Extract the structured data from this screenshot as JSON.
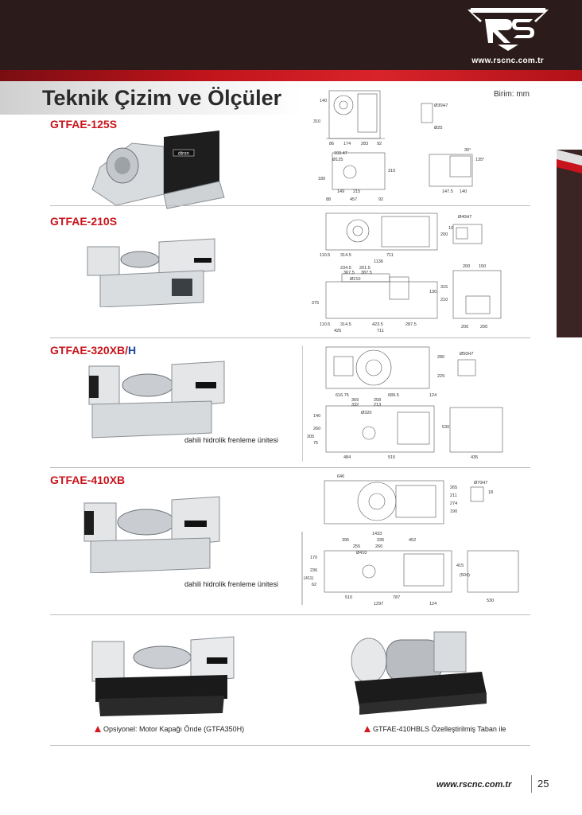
{
  "header": {
    "url": "www.rscnc.com.tr"
  },
  "page": {
    "title": "Teknik Çizim ve Ölçüler",
    "unit": "Birim: mm"
  },
  "brand_on_machine": "dtron",
  "products": [
    {
      "model": "GTFAE-125S",
      "dims": {
        "d1": "140",
        "d2": "310",
        "d3": "86",
        "d4": "174",
        "d5": "283",
        "d6": "92",
        "d7": "Ø30H7",
        "d8": "Ø25",
        "d9": "103.47",
        "d10": "Ø125",
        "d11": "310",
        "d12": "180",
        "d13": "149",
        "d14": "215",
        "d15": "88",
        "d16": "457",
        "d17": "92",
        "d18": "30°",
        "d19": "135°",
        "d20": "147.5",
        "d21": "140"
      }
    },
    {
      "model": "GTFAE-210S",
      "dims": {
        "d1": "Ø40H7",
        "d2": "10",
        "d3": "200",
        "d4": "110.5",
        "d5": "314.5",
        "d6": "711",
        "d7": "1136",
        "d8": "234.5",
        "d9": "201.5",
        "d10": "367.5",
        "d11": "387.5",
        "d12": "Ø210",
        "d13": "315",
        "d14": "130",
        "d15": "210",
        "d16": "375",
        "d17": "110.5",
        "d18": "314.5",
        "d19": "423.5",
        "d20": "287.5",
        "d21": "425",
        "d22": "711",
        "d23": "200",
        "d24": "150",
        "d25": "200",
        "d26": "200"
      }
    },
    {
      "model": "GTFAE-320XB",
      "model_suffix_sep": "/",
      "model_suffix": "H",
      "note": "dahili hidrolik frenleme ünitesi",
      "dims": {
        "d1": "280",
        "d2": "229",
        "d3": "Ø50H7",
        "d4": "616.75",
        "d5": "689.5",
        "d6": "124",
        "d7": "369",
        "d8": "258",
        "d9": "332",
        "d10": "213",
        "d11": "Ø320",
        "d12": "140",
        "d13": "260",
        "d14": "305",
        "d15": "75",
        "d16": "530",
        "d17": "484",
        "d18": "515",
        "d19": "435"
      }
    },
    {
      "model": "GTFAE-410XB",
      "note": "dahili hidrolik frenleme ünitesi",
      "dims": {
        "d1": "646",
        "d2": "Ø70H7",
        "d3": "18",
        "d4": "265",
        "d5": "211",
        "d6": "274",
        "d7": "190",
        "d8": "1433",
        "d9": "395",
        "d10": "335",
        "d11": "452",
        "d12": "255",
        "d13": "260",
        "d14": "Ø410",
        "d15": "170",
        "d16": "236",
        "d17": "(411)",
        "d18": "62",
        "d19": "415",
        "d20": "(504)",
        "d21": "510",
        "d22": "787",
        "d23": "1297",
        "d24": "124",
        "d25": "530"
      }
    }
  ],
  "captions": [
    "Opsiyonel: Motor Kapağı Önde (GTFA350H)",
    "GTFAE-410HBLS Özelleştirilmiş Taban ile"
  ],
  "footer": {
    "url": "www.rscnc.com.tr",
    "page_number": "25"
  },
  "colors": {
    "header_bg": "#2c1b1b",
    "accent_red": "#c8141c",
    "accent_blue": "#1c4aa0"
  }
}
